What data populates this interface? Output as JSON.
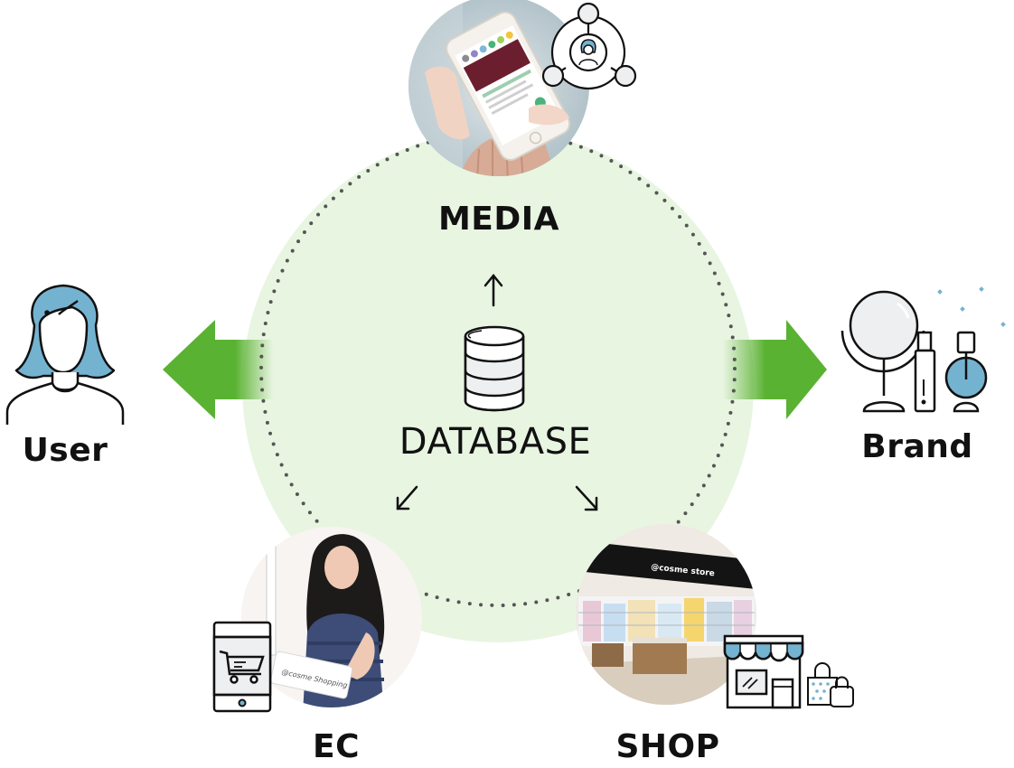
{
  "diagram": {
    "center": {
      "label": "DATABASE",
      "icon": "database-icon"
    },
    "nodes": {
      "media": {
        "label": "MEDIA",
        "photo": "smartphone-app-photo",
        "badge_icon": "user-network-icon"
      },
      "ec": {
        "label": "EC",
        "photo": "online-delivery-photo",
        "badge_icon": "tablet-shopping-cart-icon",
        "package_text": "@cosme Shopping"
      },
      "shop": {
        "label": "SHOP",
        "photo": "store-interior-photo",
        "badge_icon": "storefront-with-bags-icon",
        "sign_text": "@cosme store"
      }
    },
    "actors": {
      "user": {
        "label": "User",
        "icon": "woman-avatar-icon"
      },
      "brand": {
        "label": "Brand",
        "icon": "cosmetics-mirror-icon"
      }
    },
    "flows": [
      {
        "from": "DATABASE",
        "to": "MEDIA",
        "icon": "arrow-up-icon"
      },
      {
        "from": "DATABASE",
        "to": "EC",
        "icon": "arrow-down-left-icon"
      },
      {
        "from": "DATABASE",
        "to": "SHOP",
        "icon": "arrow-down-right-icon"
      },
      {
        "from": "platform",
        "to": "User",
        "icon": "big-arrow-left-icon"
      },
      {
        "from": "platform",
        "to": "Brand",
        "icon": "big-arrow-right-icon"
      }
    ]
  },
  "colors": {
    "platform_fill": "#e8f5e1",
    "dotted_ring": "#555555",
    "arrow_green": "#5ab232",
    "accent_blue": "#74b3d0",
    "icon_stroke": "#111111",
    "icon_fill_grey": "#eeeff1"
  }
}
